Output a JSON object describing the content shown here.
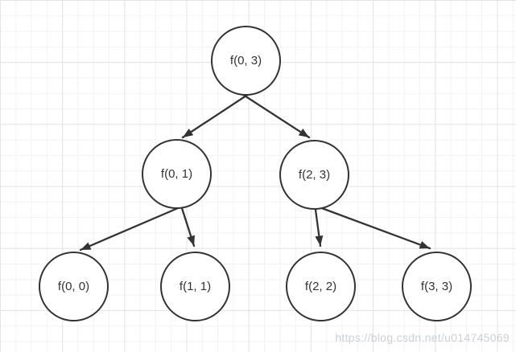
{
  "diagram": {
    "type": "recursion-tree",
    "nodes": [
      {
        "id": "f03",
        "label": "f(0, 3)"
      },
      {
        "id": "f01",
        "label": "f(0, 1)"
      },
      {
        "id": "f23",
        "label": "f(2, 3)"
      },
      {
        "id": "f00",
        "label": "f(0, 0)"
      },
      {
        "id": "f11",
        "label": "f(1, 1)"
      },
      {
        "id": "f22",
        "label": "f(2, 2)"
      },
      {
        "id": "f33",
        "label": "f(3, 3)"
      }
    ],
    "edges": [
      {
        "from": "f(0, 3)",
        "to": "f(0, 1)"
      },
      {
        "from": "f(0, 3)",
        "to": "f(2, 3)"
      },
      {
        "from": "f(0, 1)",
        "to": "f(0, 0)"
      },
      {
        "from": "f(0, 1)",
        "to": "f(1, 1)"
      },
      {
        "from": "f(2, 3)",
        "to": "f(2, 2)"
      },
      {
        "from": "f(2, 3)",
        "to": "f(3, 3)"
      }
    ]
  },
  "watermark": {
    "text": "https://blog.csdn.net/u014745069"
  },
  "colors": {
    "stroke": "#333333",
    "node_fill": "#ffffff",
    "background": "#ffffff",
    "grid_minor": "#f2f2f2",
    "grid_major": "#e4e4e4",
    "watermark": "#c6cacd"
  }
}
